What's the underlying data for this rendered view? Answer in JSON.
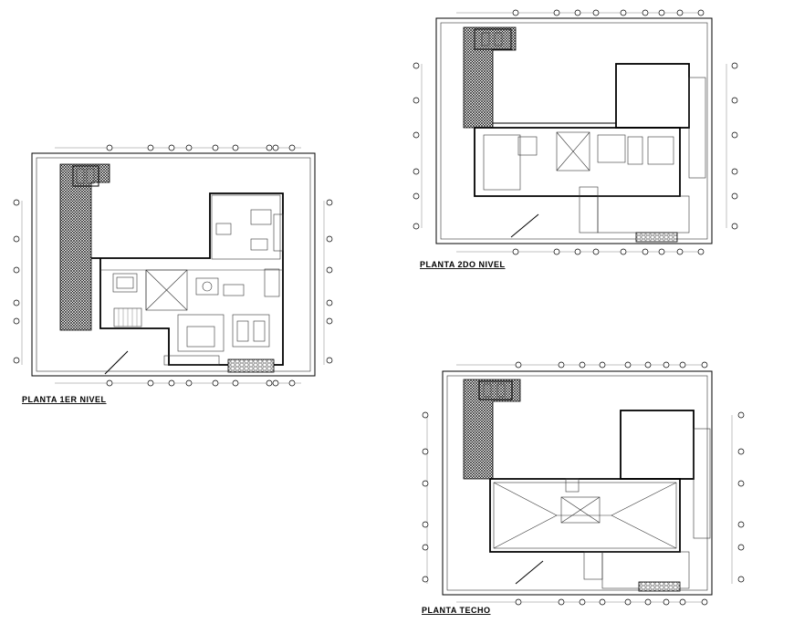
{
  "plans": [
    {
      "id": "planta-1er-nivel",
      "title": "PLANTA 1ER NIVEL"
    },
    {
      "id": "planta-2do-nivel",
      "title": "PLANTA 2DO NIVEL"
    },
    {
      "id": "planta-techo",
      "title": "PLANTA TECHO"
    }
  ],
  "colors": {
    "line": "#000000",
    "background": "#ffffff"
  }
}
